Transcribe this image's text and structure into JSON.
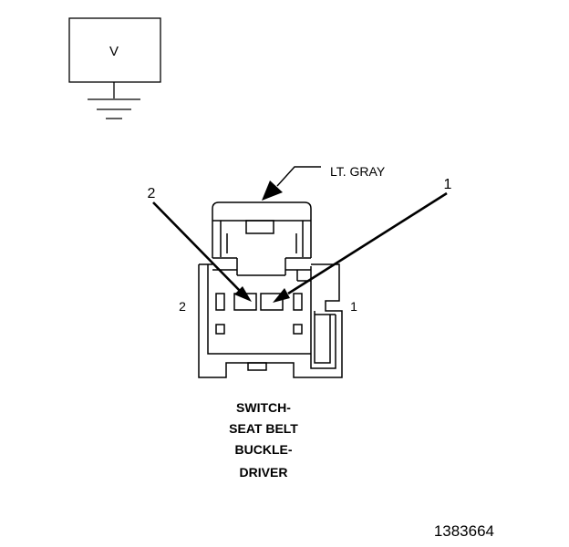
{
  "voltmeter": {
    "symbol": "V"
  },
  "color_callout": {
    "label": "LT. GRAY"
  },
  "terminals": {
    "callout_left": "2",
    "callout_right": "1",
    "side_left": "2",
    "side_right": "1"
  },
  "component": {
    "name_lines": [
      "SWITCH-",
      "SEAT BELT",
      "BUCKLE-",
      "DRIVER"
    ]
  },
  "figure_id": "1383664",
  "colors": {
    "line": "#000000",
    "background": "#ffffff"
  }
}
